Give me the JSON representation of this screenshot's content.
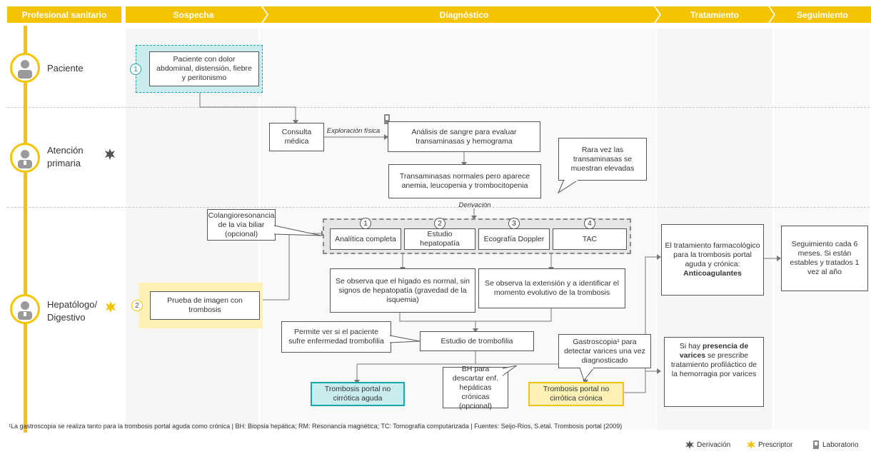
{
  "headers": {
    "professional": "Profesional sanitario",
    "suspicion": "Sospecha",
    "diagnosis": "Diagnóstico",
    "treatment": "Tratamiento",
    "followup": "Seguimiento"
  },
  "roles": {
    "patient": "Paciente",
    "primary_care_line1": "Atención",
    "primary_care_line2": "primaria",
    "hepatologist_line1": "Hepatólogo/",
    "hepatologist_line2": "Digestivo"
  },
  "boxes": {
    "patient_symptoms": "Paciente con dolor abdominal, distensión, fiebre y peritonismo",
    "consultation": "Consulta médica",
    "physical_exam": "Exploración física",
    "blood_test": "Análisis de sangre para evaluar transaminasas y hemograma",
    "rarely_elevated": "Rara vez las transaminasas se muestran elevadas",
    "normal_transaminases": "Transaminasas normales pero aparece anemia, leucopenia y trombocitopenia",
    "referral": "Derivación",
    "cholangio": "Colangioresonancia de la vía biliar (opcional)",
    "test1": "Analítica completa",
    "test2": "Estudio hepatopatía",
    "test3": "Ecografía Doppler",
    "test4": "TAC",
    "imaging_thrombosis": "Prueba de imagen con trombosis",
    "liver_normal": "Se observa que el hígado es normal, sin signos de hepatopatía (gravedad de la isquemia)",
    "extension": "Se observa la extensión y a identificar el momento evolutivo de la trombosis",
    "thrombophilia_note": "Permite ver si el paciente sufre enfermedad trombofilia",
    "thrombophilia_study": "Estudio de trombofilia",
    "gastroscopy": "Gastroscopia¹ para detectar varices una vez diagnosticado",
    "bh": "BH para descartar enf. hepáticas crónicas (opcional)",
    "acute": "Trombosis portal no cirrótica aguda",
    "chronic": "Trombosis portal no cirrótica crónica",
    "treatment_text": "El tratamiento farmacológico para la trombosis portal aguda y crónica:",
    "treatment_bold": "Anticoagulantes",
    "followup_text": "Seguimiento cada 6 meses. Si están estables y tratados 1 vez al año",
    "varices_pre": "Si hay",
    "varices_bold": "presencia de varices",
    "varices_post": "se prescribe tratamiento profiláctico de la hemorragia por varices"
  },
  "numbers": [
    "1",
    "2",
    "1",
    "2",
    "3",
    "4"
  ],
  "footnote": "¹La gastroscopia se realiza tanto para la trombosis portal aguda como crónica | BH: Biopsia hepática; RM: Resonancia magnética; TC: Tomografía computarizada | Fuentes: Seijo-Ríos, S.etal. Trombosis portal (2009)",
  "legend": {
    "referral": "Derivación",
    "prescriber": "Prescriptor",
    "lab": "Laboratorio"
  },
  "colors": {
    "yellow": "#f5c400",
    "teal": "#1aa5a8",
    "teal_fill": "#c9ecee",
    "yellow_fill": "#fdf1b6"
  }
}
